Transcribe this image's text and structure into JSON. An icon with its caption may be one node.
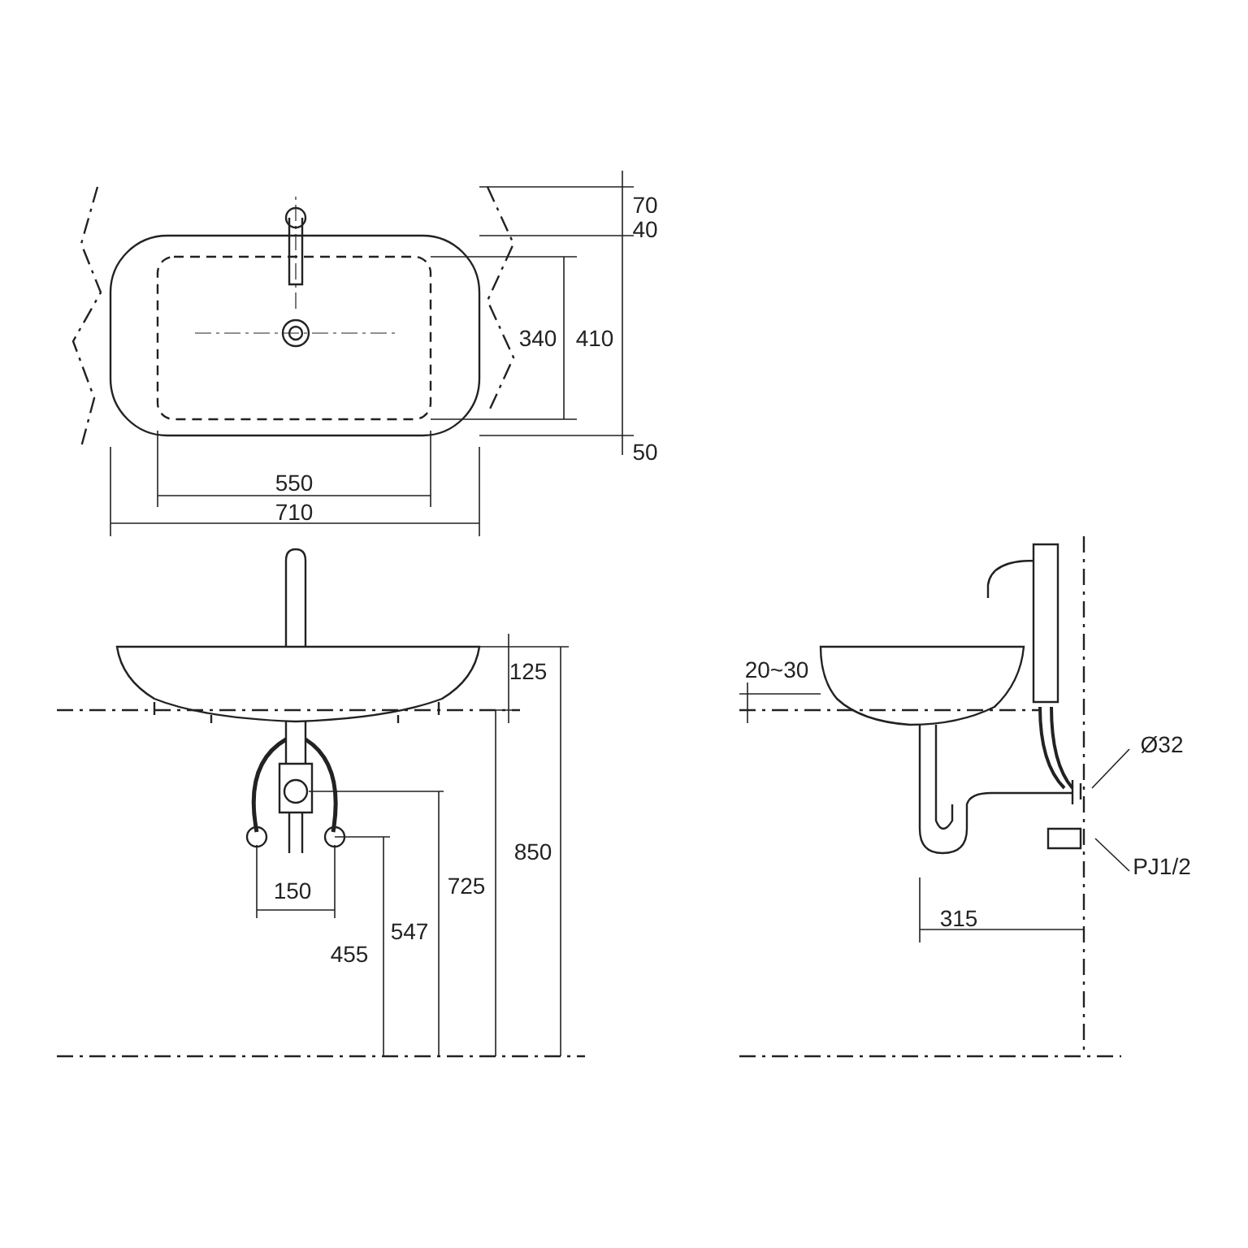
{
  "diagram": {
    "nodes": [
      {
        "text": [
          "Ø32"
        ]
      },
      {
        "text": [
          "PJ1/2"
        ]
      }
    ],
    "edges": [
      {
        "from": 0,
        "to": null,
        "arrow": "none"
      },
      {
        "from": 1,
        "to": null,
        "arrow": "none"
      }
    ],
    "labels": [
      "70",
      "40",
      "340",
      "410",
      "50",
      "550",
      "710",
      "125",
      "20~30",
      "850",
      "725",
      "547",
      "455",
      "150",
      "315"
    ]
  }
}
